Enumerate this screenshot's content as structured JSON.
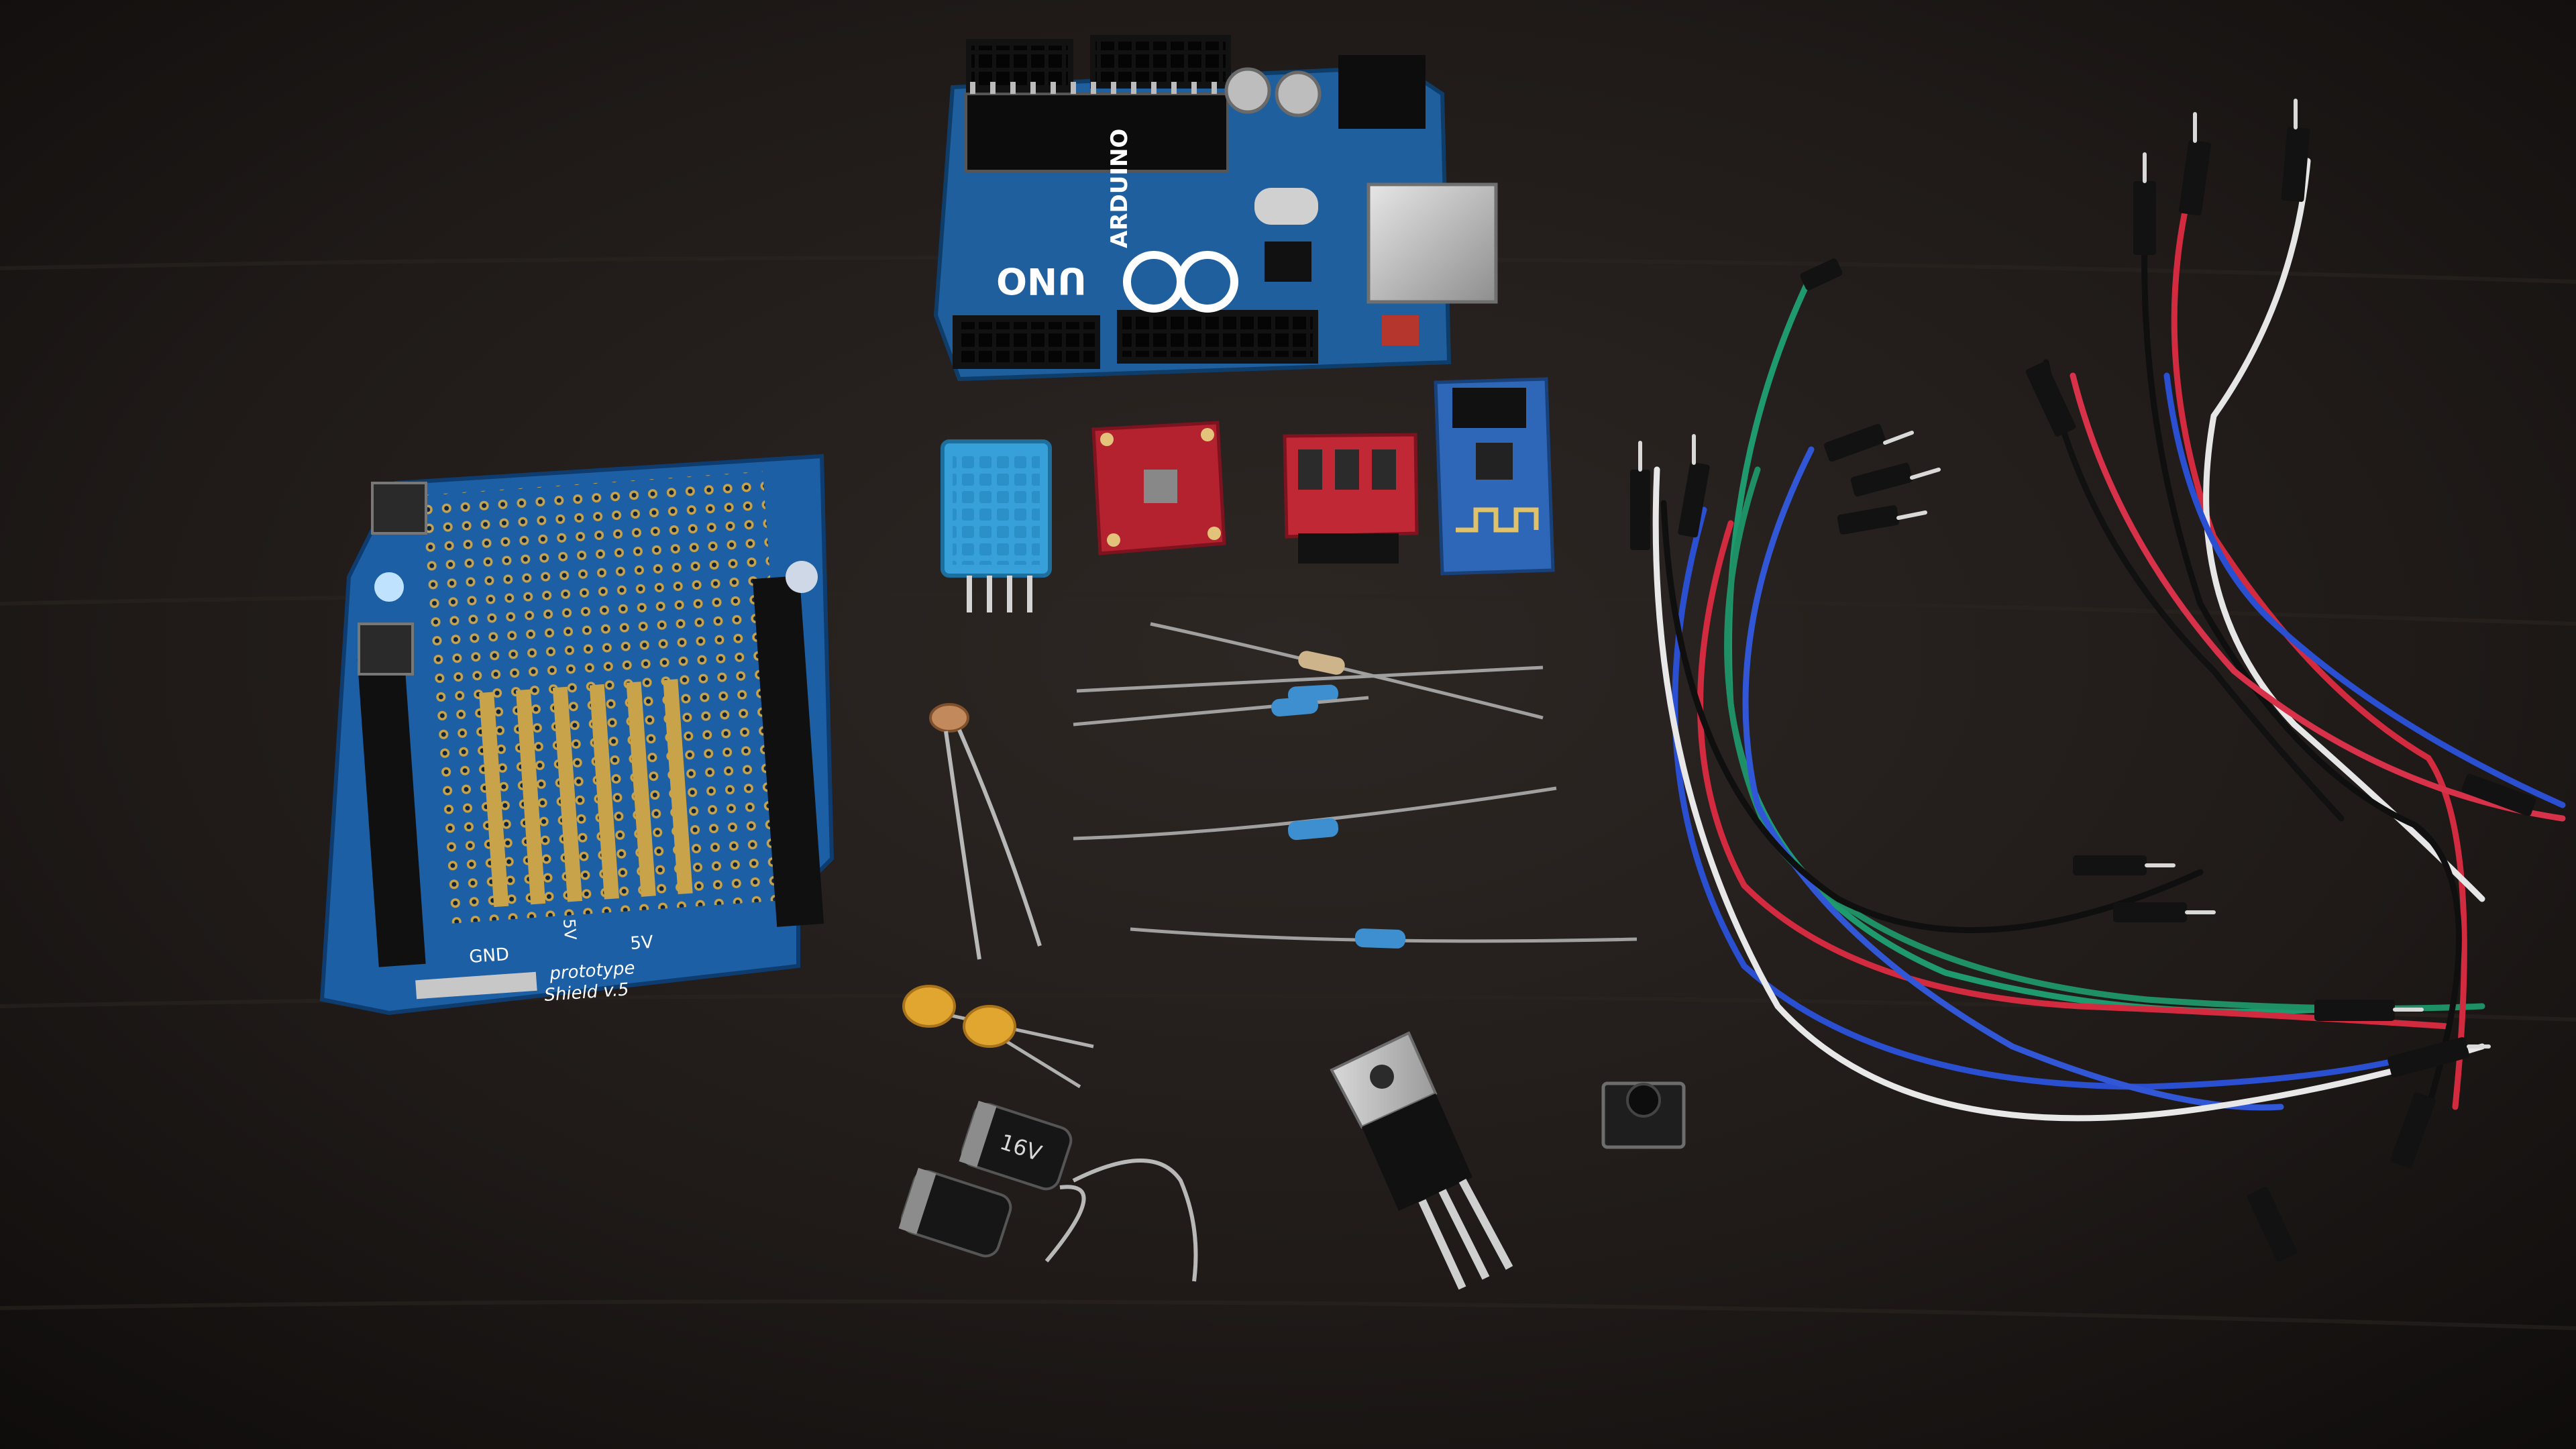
{
  "scene": {
    "colors": {
      "table": "#1c1816",
      "table_highlight": "#3a332e",
      "pcb_blue": "#1f5f9e",
      "pcb_blue_dark": "#123f6c",
      "pcb_red": "#b0222f",
      "header_black": "#141414",
      "wire_red": "#d22a3f",
      "wire_green": "#1f9a6e",
      "wire_blue": "#2a4fd0",
      "wire_white": "#e8e8e8",
      "wire_black": "#0f0f0f",
      "resistor_body": "#3d8fcf",
      "cap_yellow": "#e0a630"
    },
    "arduino": {
      "brand": "ARDUINO",
      "model": "UNO"
    },
    "shield": {
      "label_gnd": "GND",
      "label_5v": "5V",
      "label_5v_b": "5V",
      "title_line1": "prototype",
      "title_line2": "Shield v.5"
    },
    "electrolytic_capacitor": {
      "label": "16V"
    }
  }
}
